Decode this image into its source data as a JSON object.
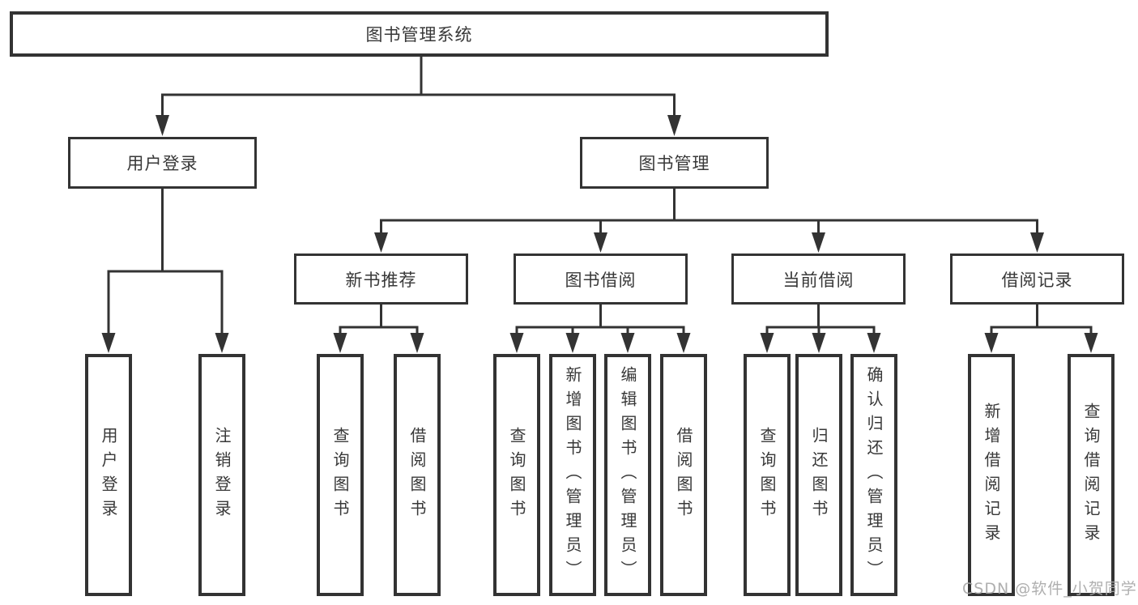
{
  "diagram": {
    "root": {
      "label": "图书管理系统"
    },
    "level2": [
      {
        "label": "用户登录"
      },
      {
        "label": "图书管理"
      }
    ],
    "level3": [
      {
        "label": "新书推荐"
      },
      {
        "label": "图书借阅"
      },
      {
        "label": "当前借阅"
      },
      {
        "label": "借阅记录"
      }
    ],
    "leaves": {
      "user_login": [
        {
          "label": "用户登录"
        },
        {
          "label": "注销登录"
        }
      ],
      "new_book": [
        {
          "label": "查询图书"
        },
        {
          "label": "借阅图书"
        }
      ],
      "book_borrow": [
        {
          "label": "查询图书"
        },
        {
          "label": "新增图书（管理员）"
        },
        {
          "label": "编辑图书（管理员）"
        },
        {
          "label": "借阅图书"
        }
      ],
      "current_borrow": [
        {
          "label": "查询图书"
        },
        {
          "label": "归还图书"
        },
        {
          "label": "确认归还（管理员）"
        }
      ],
      "borrow_records": [
        {
          "label": "新增借阅记录"
        },
        {
          "label": "查询借阅记录"
        }
      ]
    },
    "watermark": "CSDN @软件_小贺同学",
    "colors": {
      "line": "#333333",
      "text": "#383838",
      "watermark": "#a8a8a8",
      "background": "#ffffff"
    }
  }
}
